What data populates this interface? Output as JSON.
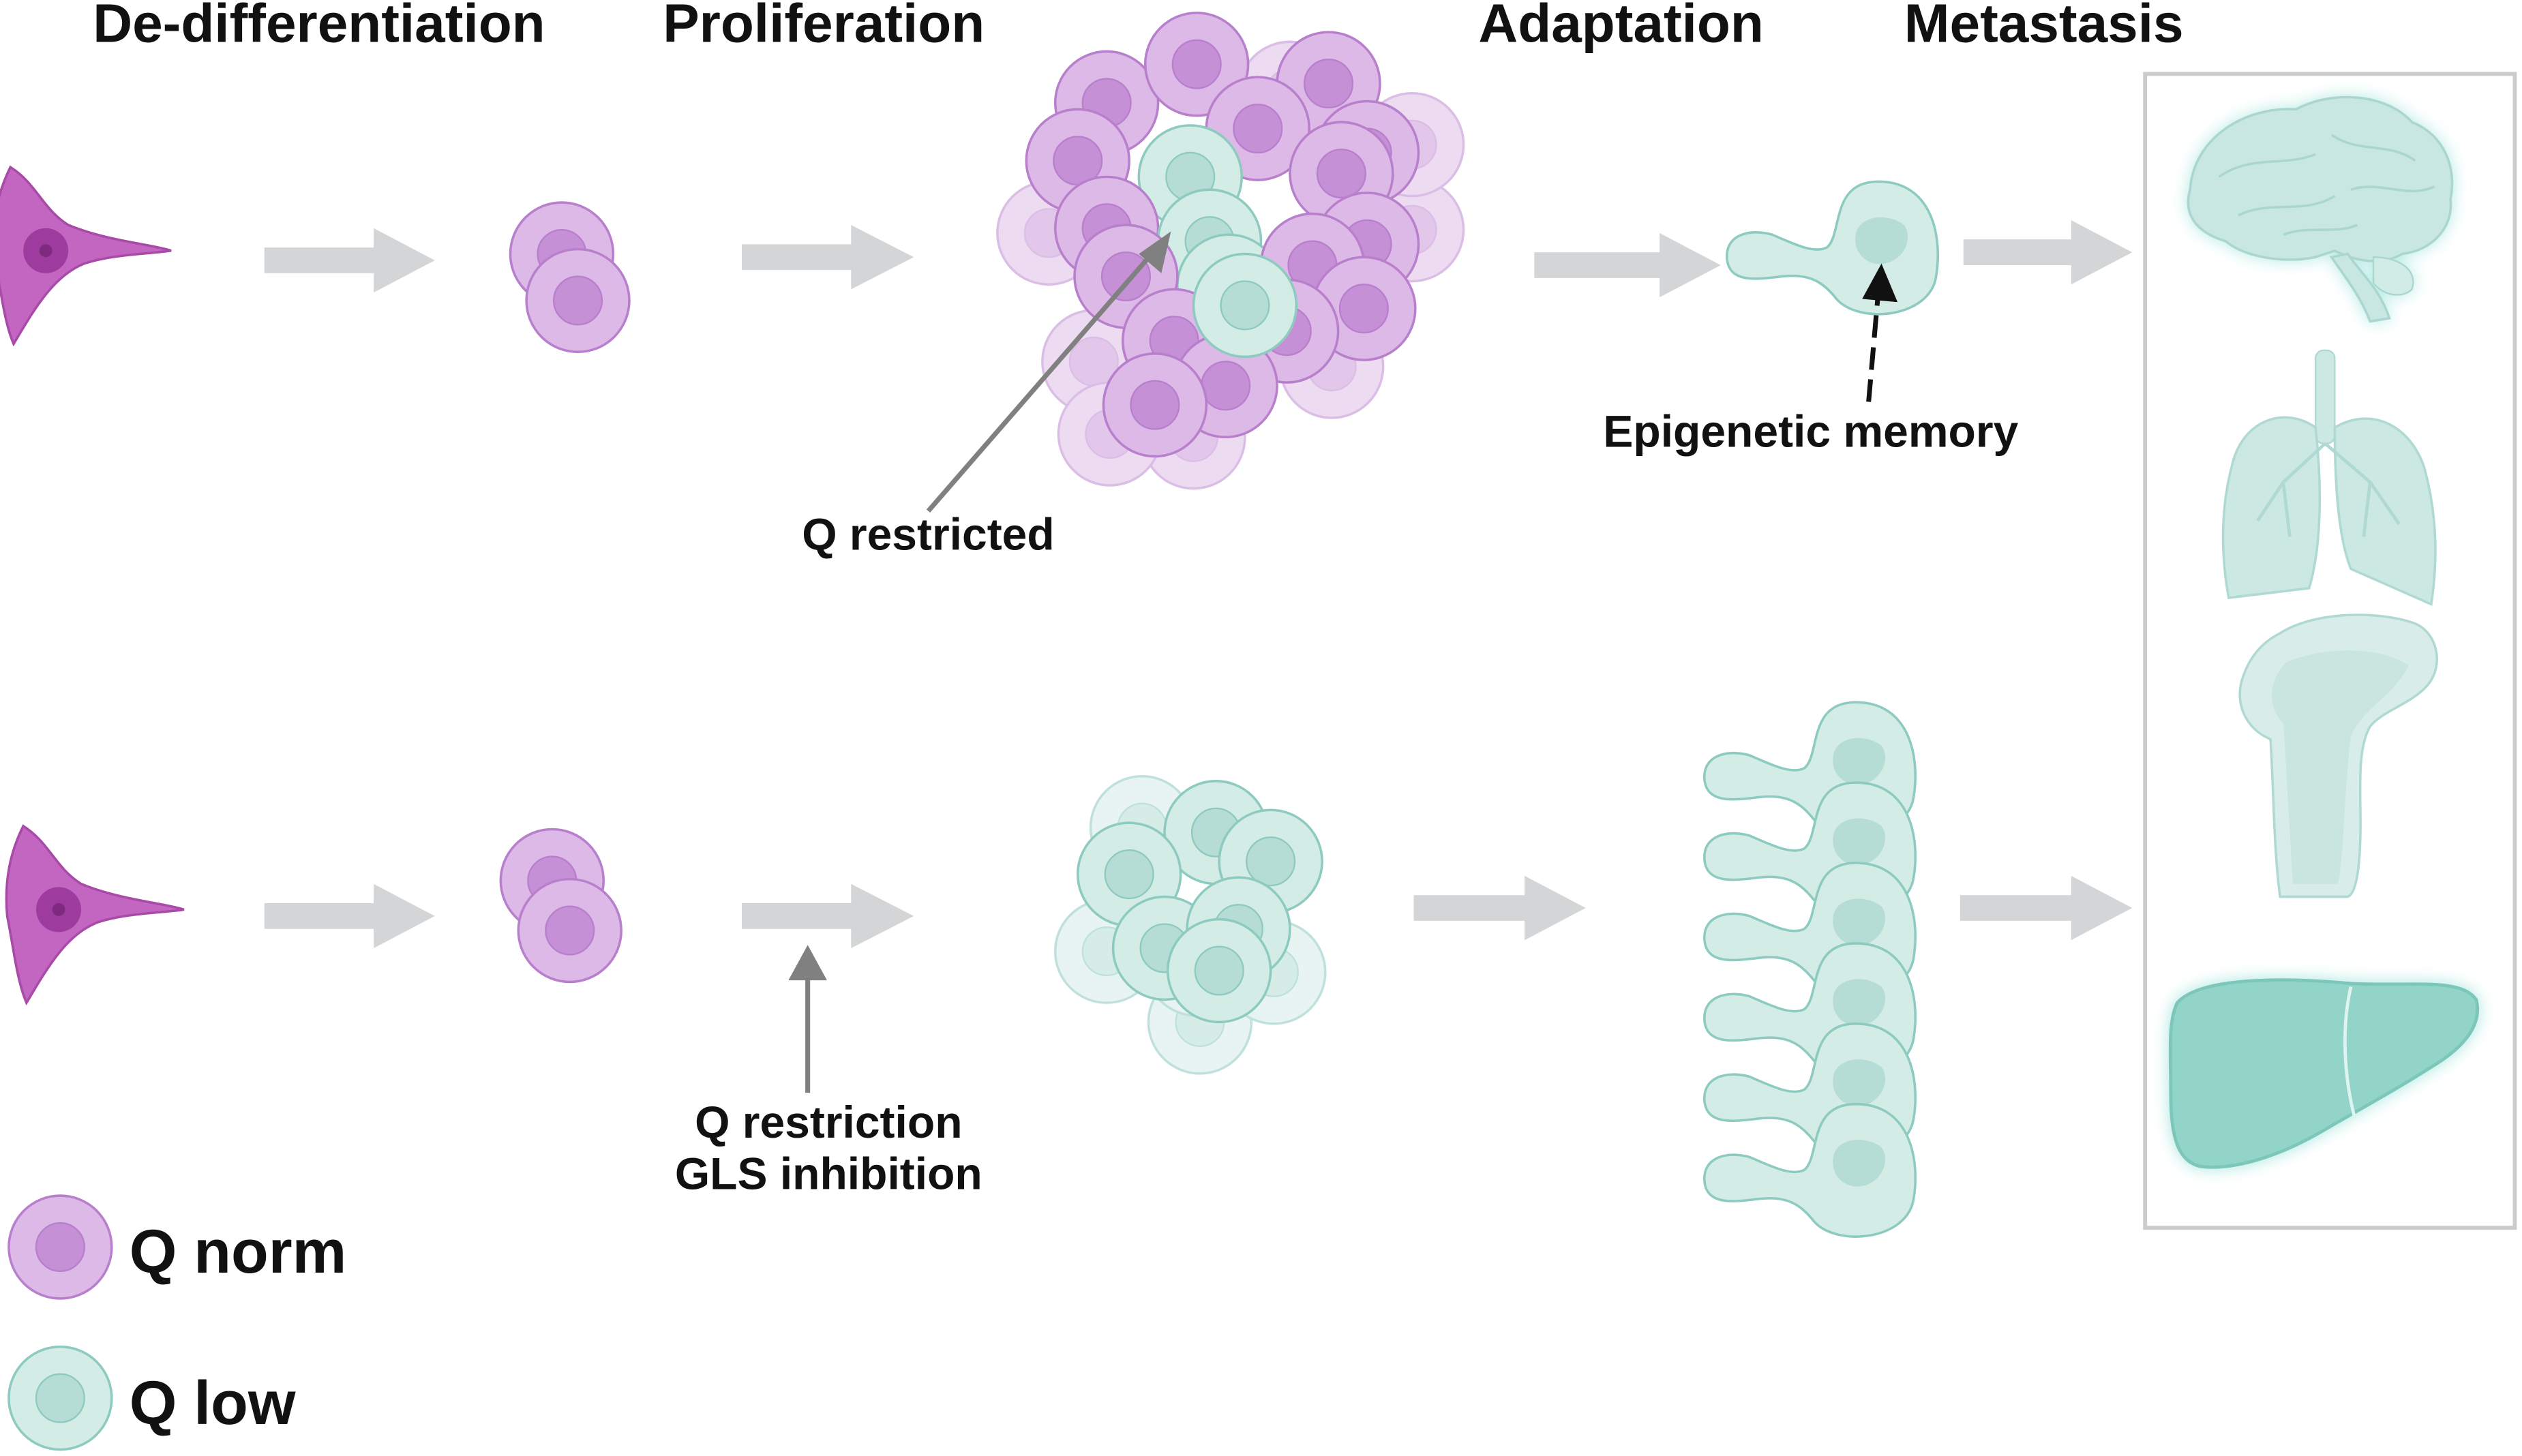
{
  "stages": {
    "dedifferentiation": "De-differentiation",
    "proliferation": "Proliferation",
    "adaptation": "Adaptation",
    "metastasis": "Metastasis"
  },
  "annotations": {
    "q_restricted": "Q restricted",
    "epigenetic_memory": "Epigenetic memory",
    "q_restriction": "Q restriction",
    "gls_inhibition": "GLS inhibition"
  },
  "legend": {
    "q_norm": "Q norm",
    "q_low": "Q low"
  },
  "metastasis_sites": [
    "brain-icon",
    "lung-icon",
    "bone-icon",
    "liver-icon"
  ],
  "colors": {
    "q_norm_fill": "#dcb9e6",
    "q_norm_stroke": "#b87fcc",
    "q_norm_nucleus": "#c690d6",
    "q_low_fill": "#d4ece6",
    "q_low_stroke": "#8dcabf",
    "q_low_nucleus": "#b6ddd5",
    "precursor": "#c266c2",
    "flow_arrow": "#d3d5d6",
    "pointer_arrow": "#808080",
    "organ": "#bfe3dd"
  }
}
